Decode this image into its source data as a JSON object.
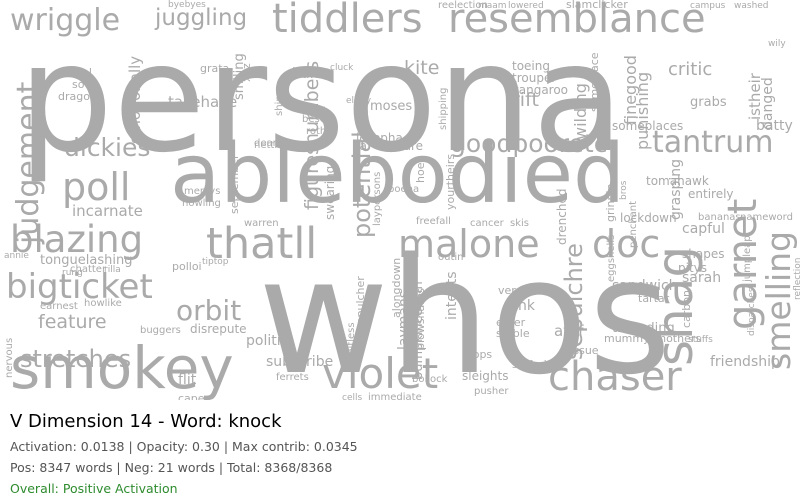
{
  "colors": {
    "word": "#aaaaaa",
    "status": "#2e8b2e"
  },
  "title": "V Dimension 14 - Word: knock",
  "stats_line": "Activation: 0.0138 | Opacity: 0.30 | Max contrib: 0.0345",
  "counts_line": "Pos: 8347 words | Neg: 21 words | Total: 8368/8368",
  "status_line": "Overall: Positive Activation",
  "words": [
    "persona",
    "whos",
    "ablebodied",
    "tiddlers",
    "resemblance",
    "smokey",
    "bigticket",
    "blazing",
    "thatll",
    "malone",
    "doc",
    "violet",
    "chaser",
    "shag",
    "garnet",
    "smelling",
    "judgement",
    "wriggle",
    "juggling",
    "poll",
    "dickies",
    "tantrum",
    "goodpooretc",
    "orbit",
    "stretches",
    "feature",
    "potential",
    "sepulchre",
    "figuresnumbers",
    "takehave",
    "incarnate",
    "kite",
    "rift",
    "critic",
    "finegood",
    "punishing",
    "emotionally",
    "tonguelashing",
    "hula",
    "moses",
    "josepha",
    "smiling",
    "kernel",
    "soda",
    "dragout",
    "grata",
    "toeing",
    "trouper",
    "kangaroo",
    "wilding",
    "someplace",
    "istheir",
    "danged",
    "batty",
    "grabs",
    "capful",
    "sandwich",
    "tartar",
    "sarah",
    "pitys",
    "shapes",
    "tomahawk",
    "grasping",
    "entirely",
    "bananas",
    "nameword",
    "lockdown",
    "friendship",
    "carbon",
    "threading",
    "atof",
    "mummysmothers",
    "suffering",
    "tissue",
    "mops",
    "sleights",
    "kink",
    "eater",
    "stable",
    "verdict",
    "outin",
    "intents",
    "laymans",
    "bumpkincousin",
    "drenched",
    "cancer",
    "skis",
    "freefall",
    "poena",
    "warren",
    "laypersons",
    "subscribe",
    "politic",
    "ferrets",
    "flit",
    "polloi",
    "tiptop",
    "cape",
    "disrepute",
    "buggers",
    "howlike",
    "chatter",
    "earnest",
    "annie",
    "nervous",
    "rung",
    "rilla",
    "mercys",
    "howling",
    "september",
    "nettle",
    "dearly",
    "roth",
    "pa",
    "isare",
    "shipping",
    "reelection",
    "maam",
    "lowered",
    "slamclicker",
    "campus",
    "washed",
    "wily",
    "byebyes",
    "ellery",
    "cluck",
    "eggshells",
    "grinnin",
    "penchant",
    "jumpleap",
    "reflection",
    "stuffs",
    "dispatches",
    "bros",
    "swearing",
    "bollock",
    "pusher",
    "cells",
    "immediate",
    "sepulcher",
    "shitless",
    "alongdown",
    "plowshares",
    "yourtheirs",
    "hoes",
    "pear",
    "beset",
    "shins",
    "xyz",
    "someplaces"
  ]
}
